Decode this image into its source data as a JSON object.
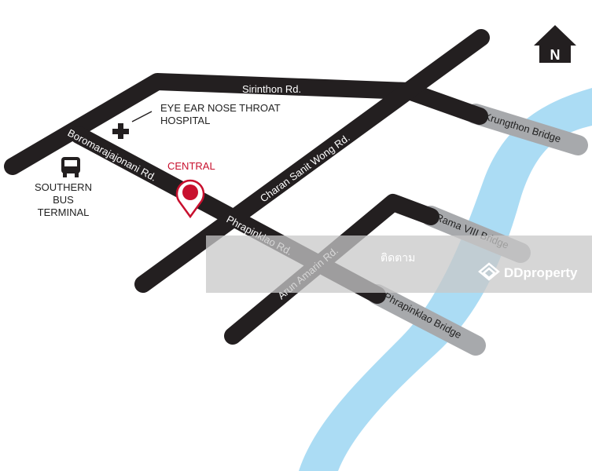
{
  "roads": {
    "sirinthon": "Sirinthon Rd.",
    "boromarajajonani": "Boromarajajonani Rd.",
    "charan": "Charan Sanit Wong Rd.",
    "phrapinklao": "Phrapinklao Rd.",
    "arun": "Arun Amarin Rd."
  },
  "bridges": {
    "krungthon": "Krungthon Bridge",
    "rama8": "Rama VIII Bridge",
    "phrapinklao": "Phrapinklao Bridge"
  },
  "landmarks": {
    "hospital_line1": "EYE EAR NOSE THROAT",
    "hospital_line2": "HOSPITAL",
    "bus_line1": "SOUTHERN BUS",
    "bus_line2": "TERMINAL",
    "central": "CENTRAL"
  },
  "north": "N",
  "watermark": {
    "thai": "ติดตาม",
    "brand": "DDproperty"
  },
  "colors": {
    "road": "#231f20",
    "river": "#abdcf4",
    "bridge": "#a7a9ac",
    "accent": "#c8102e"
  }
}
